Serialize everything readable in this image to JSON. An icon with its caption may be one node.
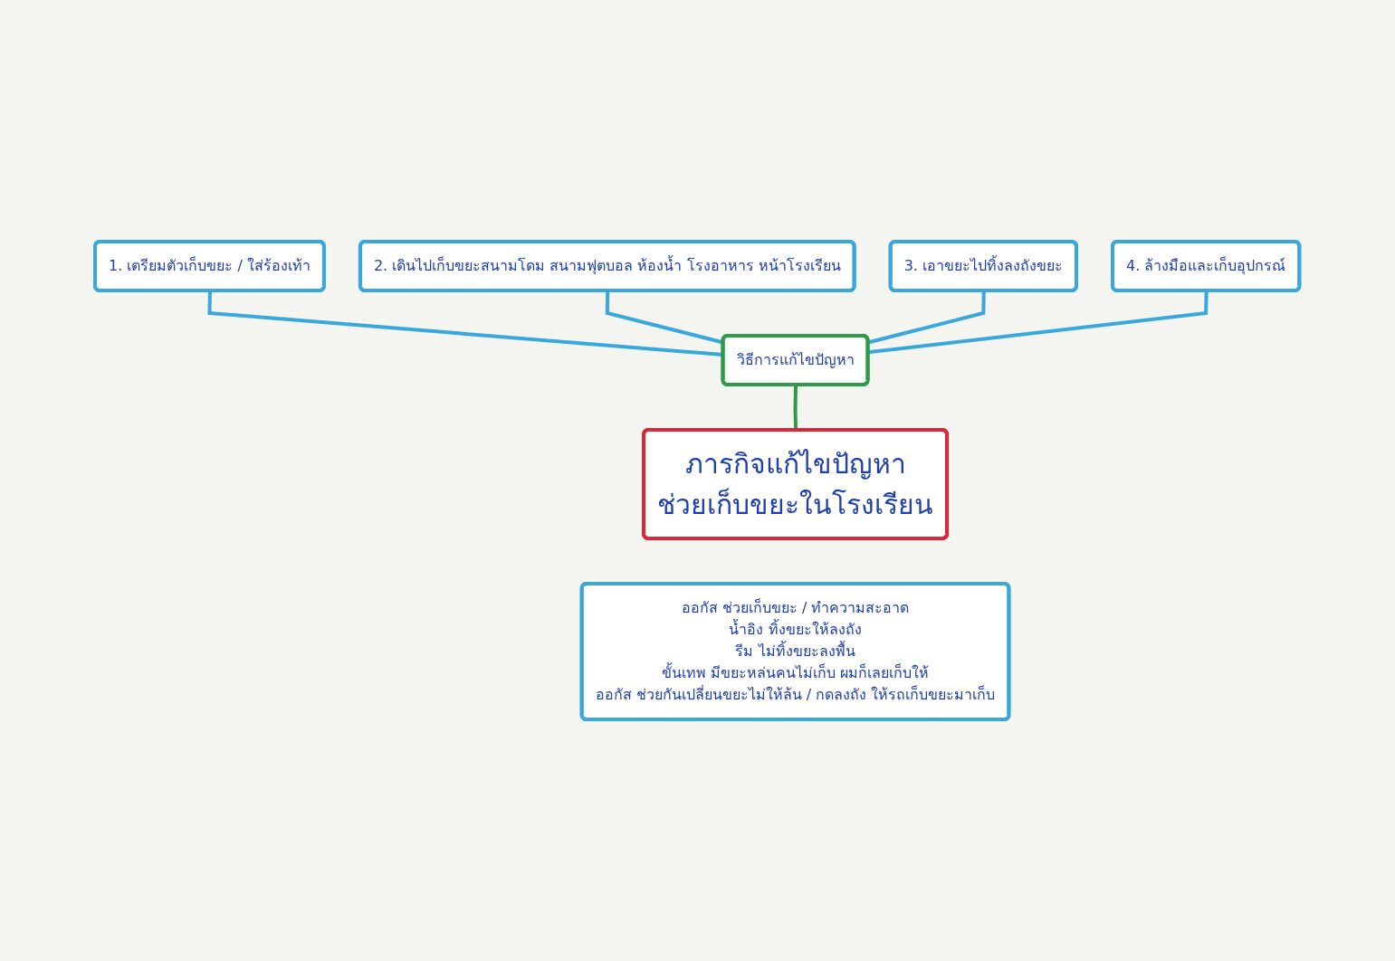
{
  "diagram": {
    "nodes": [
      {
        "text": [
          "ภารกิจแก้ไขปัญหา",
          "ช่วยเก็บขยะในโรงเรียน"
        ]
      },
      {
        "text": [
          "วิธีการแก้ไขปัญหา"
        ]
      },
      {
        "text": [
          "1. เตรียมตัวเก็บขยะ / ใส่ร้องเท้า"
        ]
      },
      {
        "text": [
          "2. เดินไปเก็บขยะสนามโดม สนามฟุตบอล ห้องน้ำ โรงอาหาร หน้าโรงเรียน"
        ]
      },
      {
        "text": [
          "3. เอาขยะไปทิ้งลงถังขยะ"
        ]
      },
      {
        "text": [
          "4. ล้างมือและเก็บอุปกรณ์"
        ]
      },
      {
        "text": [
          "ออกัส ช่วยเก็บขยะ / ทำความสะอาด",
          "น้ำอิง ทิ้งขยะให้ลงถัง",
          "รีม ไม่ทิ้งขยะลงพื้น",
          "ขั้นเทพ มีขยะหล่นคนไม่เก็บ ผมก็เลยเก็บให้",
          "ออกัส ช่วยกันเปลี่ยนขยะไม่ให้ล้น / กดลงถัง ให้รถเก็บขยะมาเก็บ"
        ]
      }
    ],
    "edges": [
      {
        "from": 1,
        "to": 0,
        "arrow": "none",
        "color": "#2e9a4a"
      },
      {
        "from": 2,
        "to": 1,
        "arrow": "none"
      },
      {
        "from": 3,
        "to": 1,
        "arrow": "none"
      },
      {
        "from": 4,
        "to": 1,
        "arrow": "none"
      },
      {
        "from": 5,
        "to": 1,
        "arrow": "none"
      }
    ]
  }
}
